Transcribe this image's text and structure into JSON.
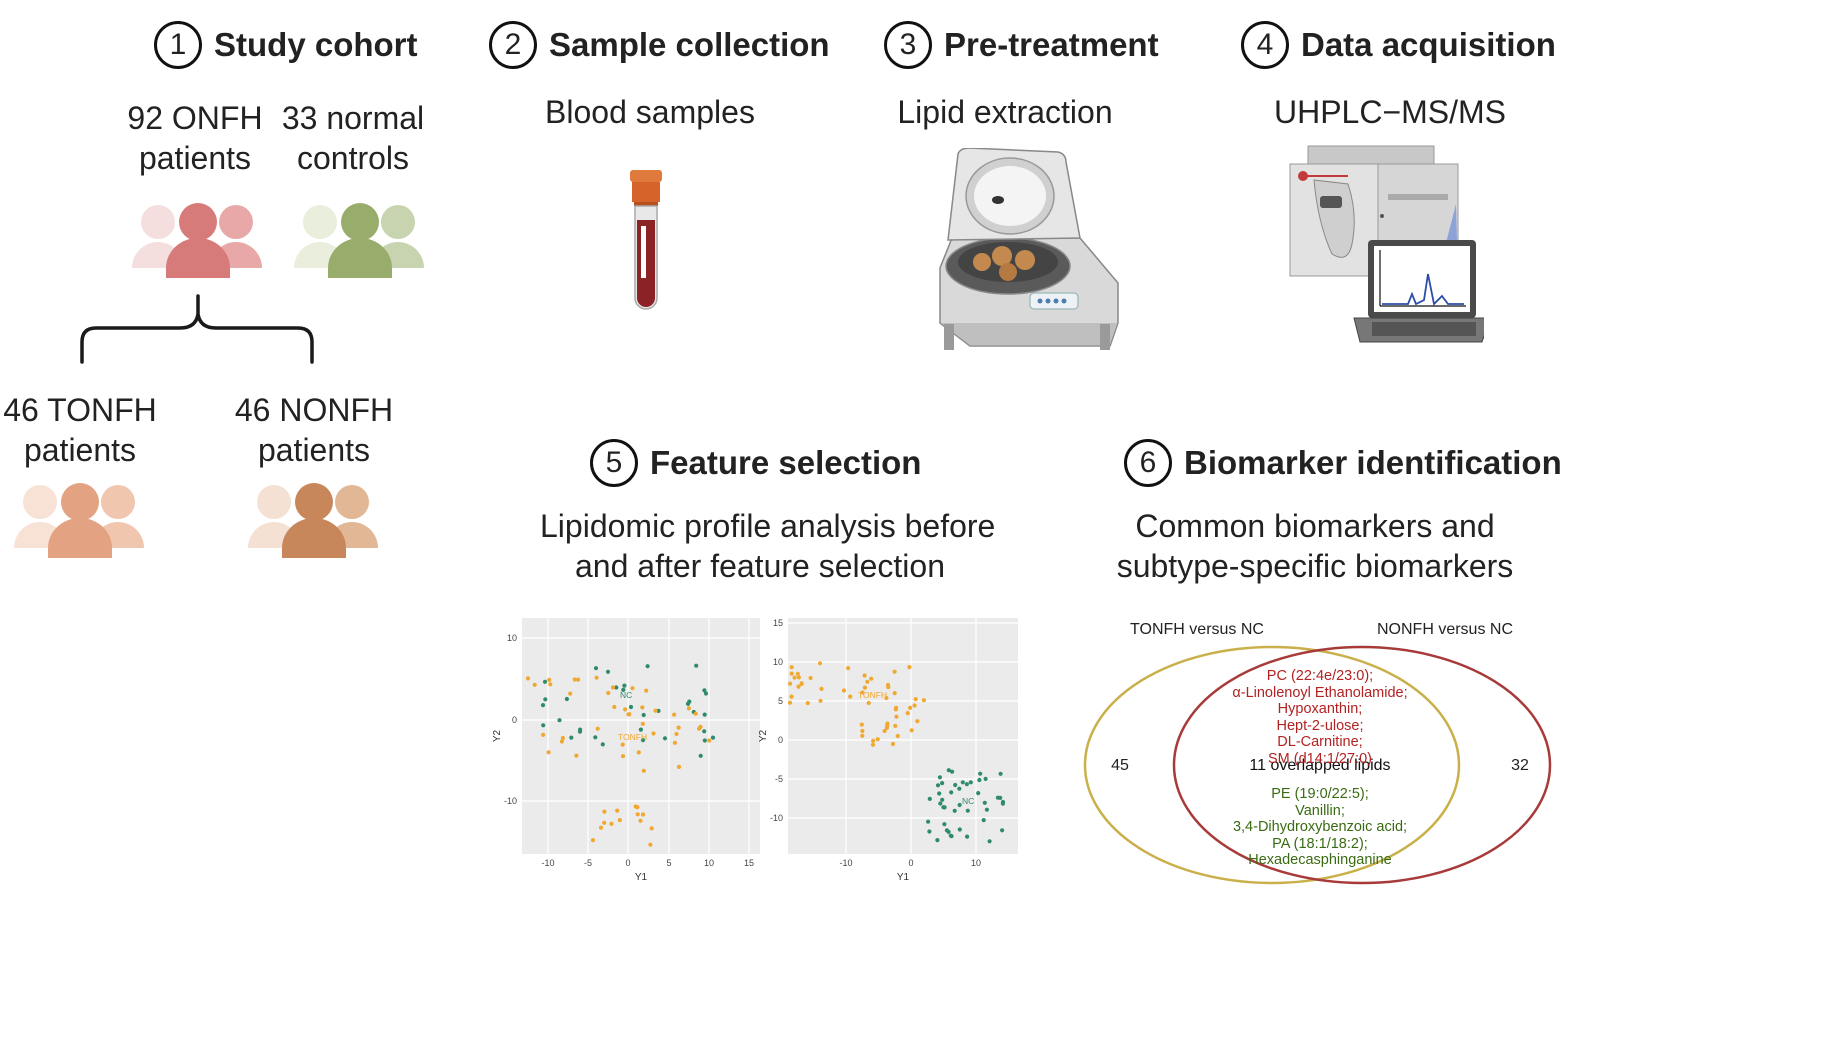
{
  "steps": {
    "s1": {
      "num": "1",
      "title": "Study cohort"
    },
    "s2": {
      "num": "2",
      "title": "Sample collection"
    },
    "s3": {
      "num": "3",
      "title": "Pre-treatment"
    },
    "s4": {
      "num": "4",
      "title": "Data acquisition"
    },
    "s5": {
      "num": "5",
      "title": "Feature selection"
    },
    "s6": {
      "num": "6",
      "title": "Biomarker identification"
    }
  },
  "cohort": {
    "onfh_l1": "92 ONFH",
    "onfh_l2": "patients",
    "normal_l1": "33 normal",
    "normal_l2": "controls",
    "tonfh_l1": "46 TONFH",
    "tonfh_l2": "patients",
    "nonfh_l1": "46 NONFH",
    "nonfh_l2": "patients"
  },
  "sample": {
    "subtitle": "Blood samples"
  },
  "pretreat": {
    "subtitle": "Lipid extraction"
  },
  "acquisition": {
    "subtitle": "UHPLC−MS/MS"
  },
  "feature": {
    "subtitle_l1": "Lipidomic profile analysis before",
    "subtitle_l2": "and after feature selection",
    "plot1": {
      "xlabel": "Y1",
      "ylabel": "Y2",
      "xticks": [
        "-10",
        "-5",
        "0",
        "5",
        "10",
        "15"
      ],
      "yticks": [
        "10",
        "0",
        "-10"
      ],
      "label_nc": "NC",
      "label_tonfh": "TONFH"
    },
    "plot2": {
      "xlabel": "Y1",
      "ylabel": "Y2",
      "xticks": [
        "-10",
        "0",
        "10"
      ],
      "yticks": [
        "15",
        "10",
        "5",
        "0",
        "-5",
        "-10"
      ],
      "label_nc": "NC",
      "label_tonfh": "TONFH"
    }
  },
  "biomarker": {
    "subtitle_l1": "Common biomarkers and",
    "subtitle_l2": "subtype-specific biomarkers",
    "venn": {
      "left_label": "TONFH versus NC",
      "right_label": "NONFH versus NC",
      "left_count": "45",
      "right_count": "32",
      "overlap_label": "11 overlapped lipids",
      "red_lipids": [
        "PC (22:4e/23:0);",
        "α-Linolenoyl Ethanolamide;",
        "Hypoxanthin;",
        "Hept-2-ulose;",
        "DL-Carnitine;",
        "SM (d14:1/27:0)"
      ],
      "green_lipids": [
        "PE (19:0/22:5);",
        "Vanillin;",
        "3,4-Dihydroxybenzoic acid;",
        "PA (18:1/18:2);",
        "Hexadecasphinganine"
      ]
    }
  },
  "colors": {
    "orange_point": "#f0a830",
    "green_point": "#2e8b6b",
    "red_text": "#b22222",
    "green_text": "#3a6b12",
    "venn_left": "#c9b04a",
    "venn_right": "#a83a3a"
  }
}
